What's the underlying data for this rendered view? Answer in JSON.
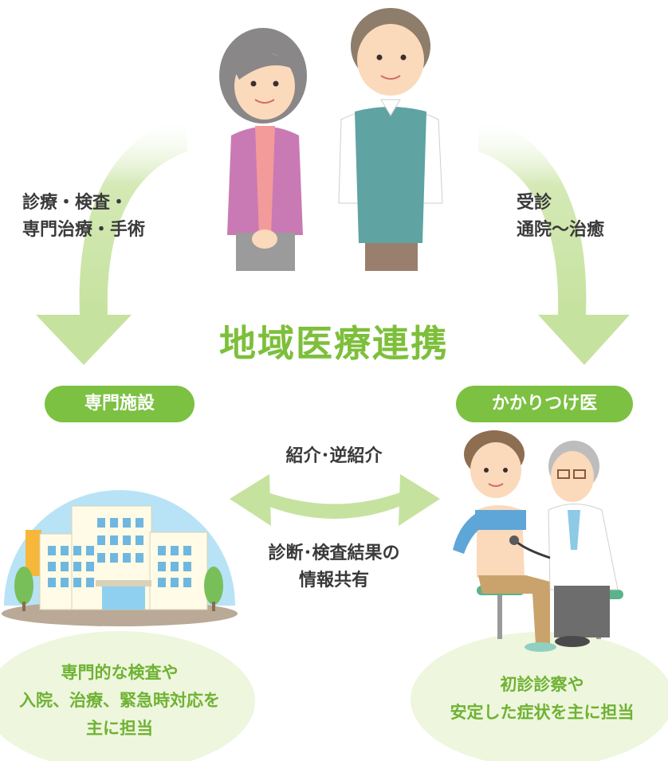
{
  "title": "地域医療連携",
  "left_arrow_label": [
    "診療・検査・",
    "専門治療・手術"
  ],
  "right_arrow_label": [
    "受診",
    "通院〜治癒"
  ],
  "left_pill": "専門施設",
  "right_pill": "かかりつけ医",
  "exchange_top": "紹介･逆紹介",
  "exchange_bottom": [
    "診断･検査結果の",
    "情報共有"
  ],
  "left_oval": [
    "専門的な検査や",
    "入院、治療、緊急時対応を",
    "主に担当"
  ],
  "right_oval": [
    "初診診察や",
    "安定した症状を主に担当"
  ],
  "colors": {
    "accent": "#7cc142",
    "title": "#7dbf3a",
    "arrow": "#d4e9b5",
    "oval": "#eef6dd",
    "sky": "#b8e3f6"
  },
  "icons": [
    "elderly-couple-illustration",
    "hospital-illustration",
    "doctor-patient-illustration"
  ]
}
